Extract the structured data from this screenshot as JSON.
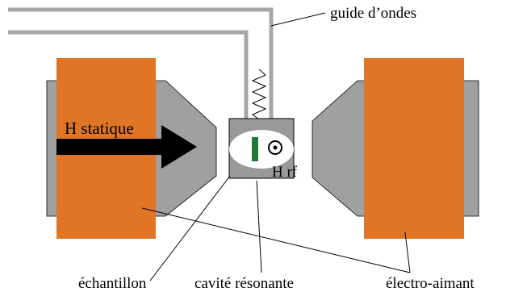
{
  "labels": {
    "waveguide": "guide d’ondes",
    "h_static": "H statique",
    "h_rf": "H rf",
    "sample": "échantillon",
    "resonant_cavity": "cavité résonante",
    "electromagnet": "électro-aimant"
  },
  "colors": {
    "magnet_coil": "#e07525",
    "pole_piece": "#a0a0a0",
    "waveguide": "#a6a6a6",
    "cavity": "#999999",
    "cavity_field_region": "#ffffff",
    "sample": "#1e7a2e",
    "arrow": "#000000",
    "line": "#000000"
  }
}
